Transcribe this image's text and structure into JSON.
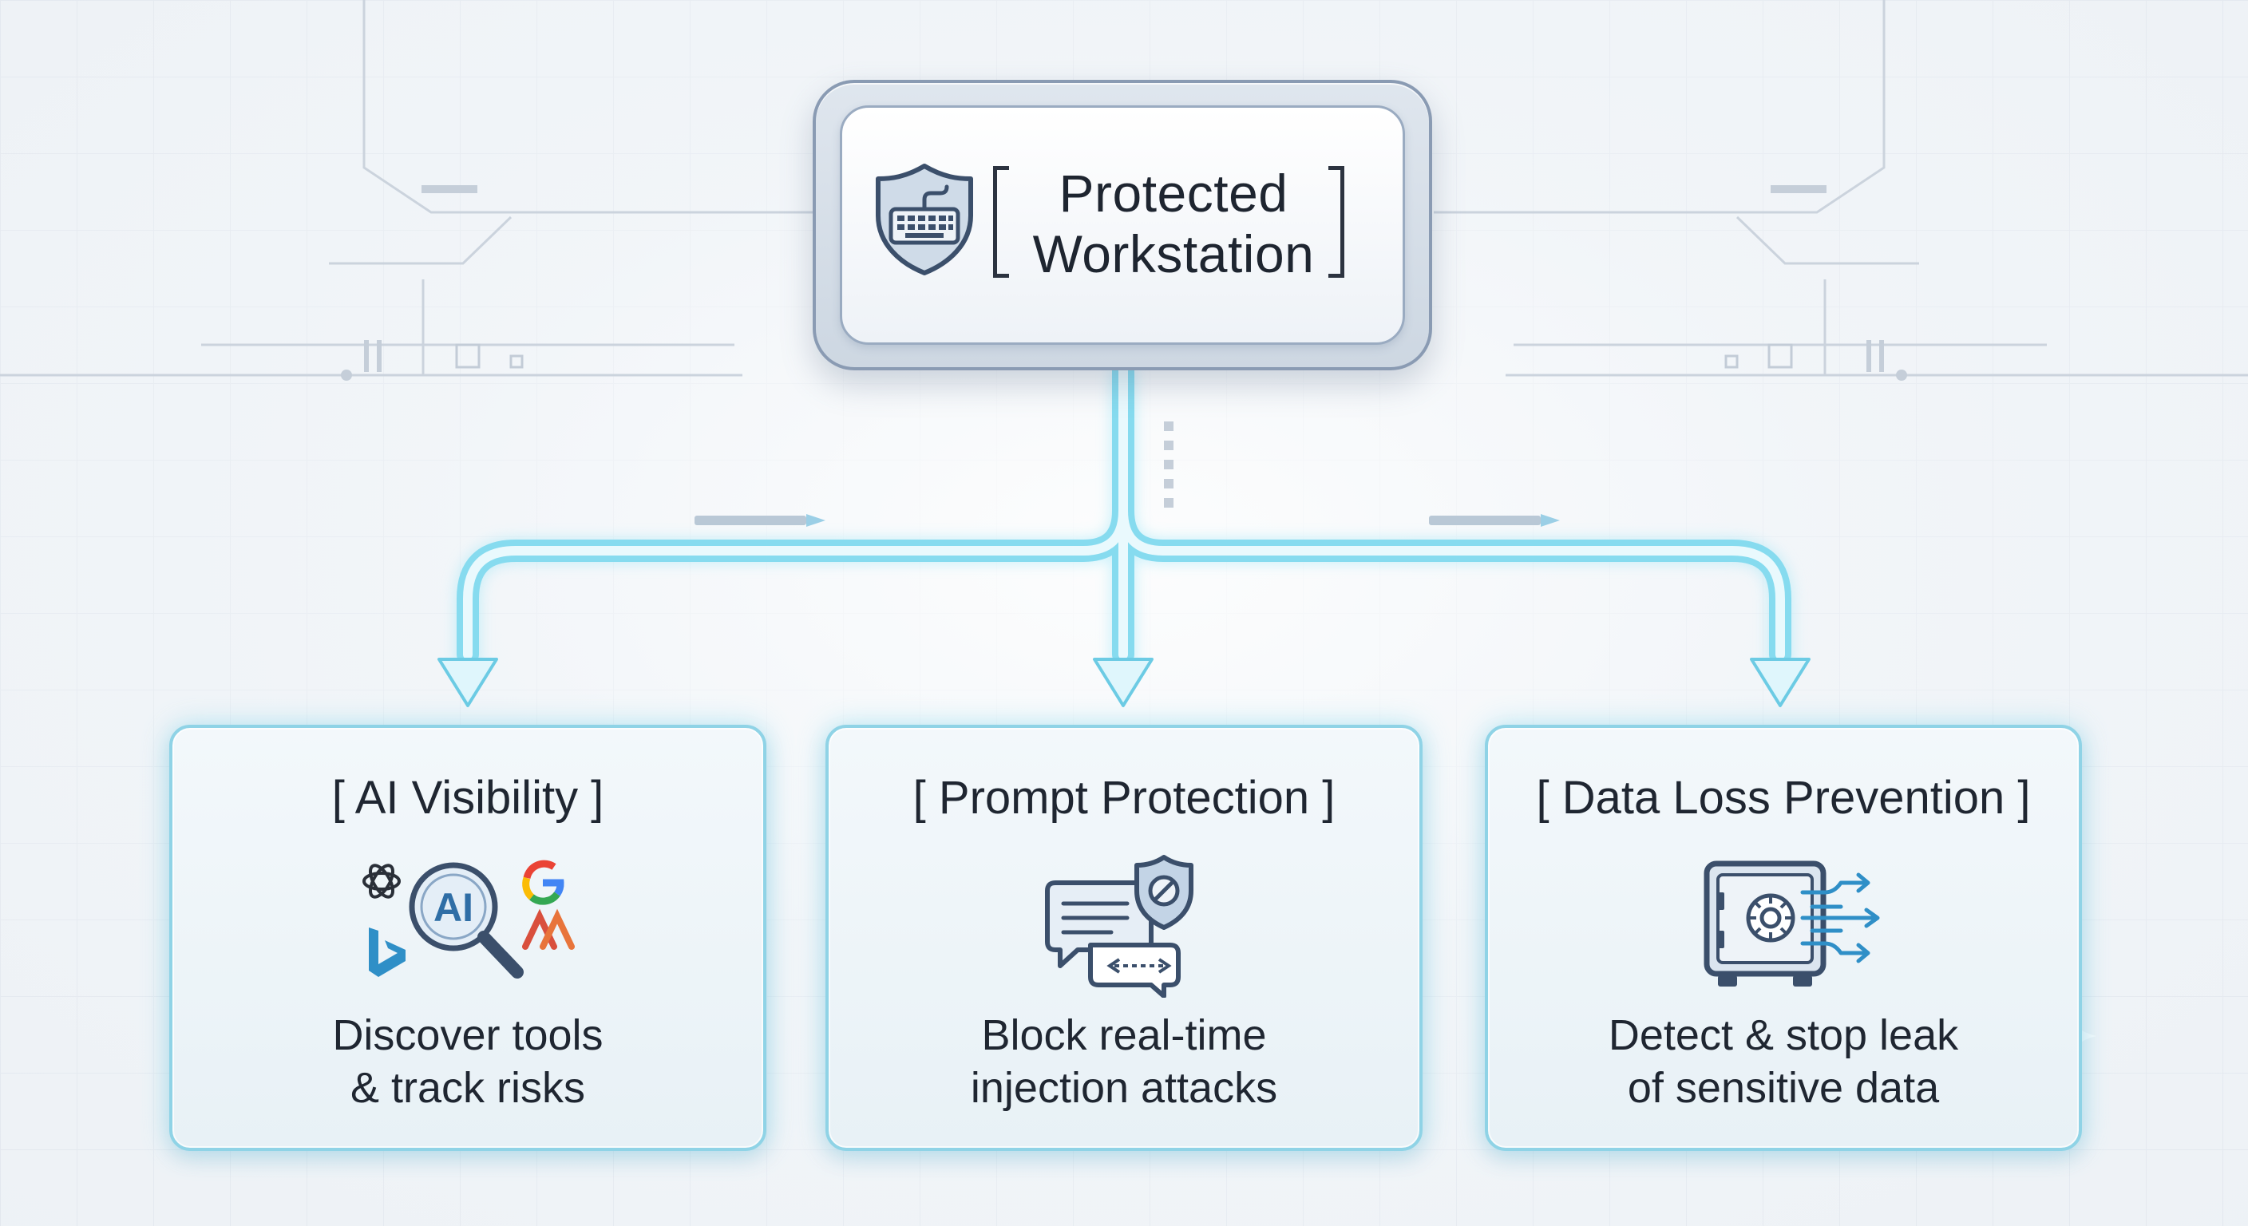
{
  "diagram": {
    "root": {
      "title_line1": "Protected",
      "title_line2": "Workstation",
      "icon": "shield-keyboard-icon"
    },
    "children": [
      {
        "title": "[ AI Visibility ]",
        "desc_line1": "Discover tools",
        "desc_line2": "& track risks",
        "icon": "ai-magnifier-icon",
        "icon_badge": "AI"
      },
      {
        "title": "[ Prompt Protection ]",
        "desc_line1": "Block real-time",
        "desc_line2": "injection attacks",
        "icon": "chat-shield-icon"
      },
      {
        "title": "[ Data Loss Prevention ]",
        "desc_line1": "Detect & stop leak",
        "desc_line2": "of sensitive data",
        "icon": "safe-vault-icon"
      }
    ]
  },
  "colors": {
    "background": "#eef2f6",
    "connector": "#7dd8ee",
    "connector_glow": "#bfeefa",
    "card_border": "#8fd3e6",
    "icon_stroke": "#3b4f6b",
    "accent_blue": "#2f8fc7",
    "text": "#1f2631"
  }
}
